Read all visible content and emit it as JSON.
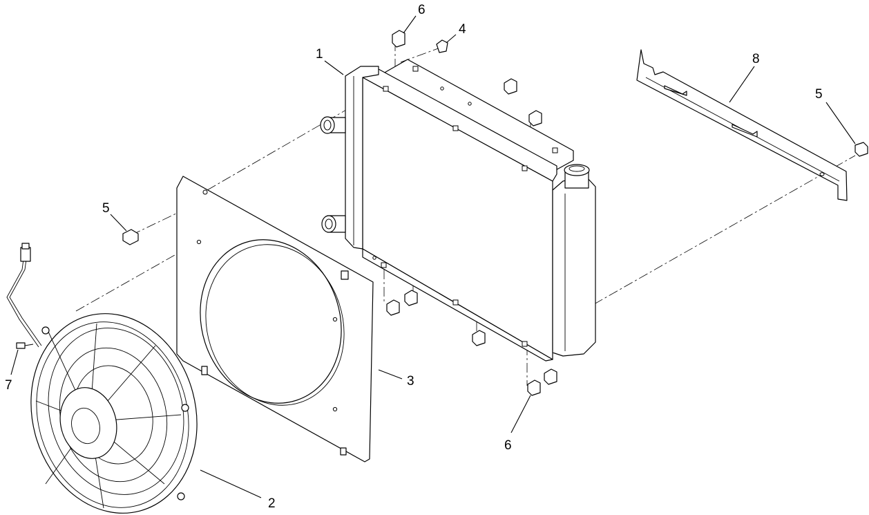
{
  "diagram": {
    "callouts": [
      {
        "id": "c1",
        "text": "1"
      },
      {
        "id": "c2",
        "text": "2"
      },
      {
        "id": "c3",
        "text": "3"
      },
      {
        "id": "c4",
        "text": "4"
      },
      {
        "id": "c5a",
        "text": "5"
      },
      {
        "id": "c5b",
        "text": "5"
      },
      {
        "id": "c6a",
        "text": "6"
      },
      {
        "id": "c6b",
        "text": "6"
      },
      {
        "id": "c7",
        "text": "7"
      },
      {
        "id": "c8",
        "text": "8"
      }
    ]
  }
}
